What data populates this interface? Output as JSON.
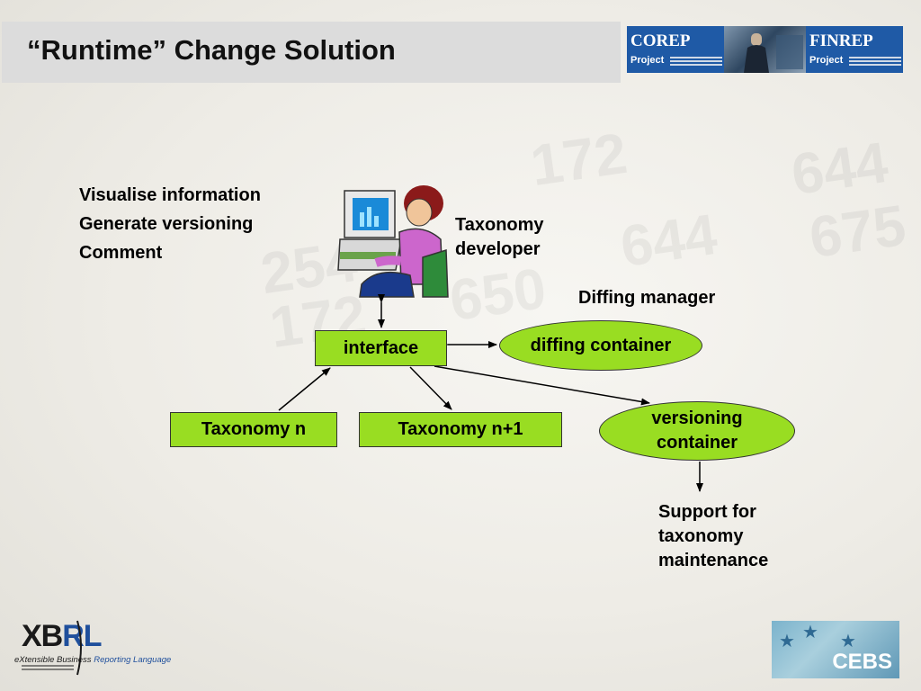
{
  "title": "“Runtime” Change Solution",
  "header_logo": {
    "left_title": "COREP",
    "left_sub": "Project",
    "right_title": "FINREP",
    "right_sub": "Project"
  },
  "activities": [
    "Visualise information",
    "Generate versioning",
    "Comment"
  ],
  "actor_label": [
    "Taxonomy",
    "developer"
  ],
  "diffing_manager_label": "Diffing manager",
  "nodes": {
    "interface": "interface",
    "diffing_container": "diffing container",
    "taxonomy_n": "Taxonomy n",
    "taxonomy_n1": "Taxonomy n+1",
    "versioning_container": [
      "versioning",
      "container"
    ]
  },
  "support_label": [
    "Support for",
    "taxonomy",
    "maintenance"
  ],
  "footer": {
    "xbrl_word_dark": "XB",
    "xbrl_word_blue": "RL",
    "xbrl_tagline_dark": "eXtensible Business",
    "xbrl_tagline_blue": "Reporting Language",
    "cebs": "CEBS"
  },
  "colors": {
    "node_fill": "#99dd22",
    "title_bar": "#dcdcdc",
    "logo_blue": "#1f5aa6"
  }
}
